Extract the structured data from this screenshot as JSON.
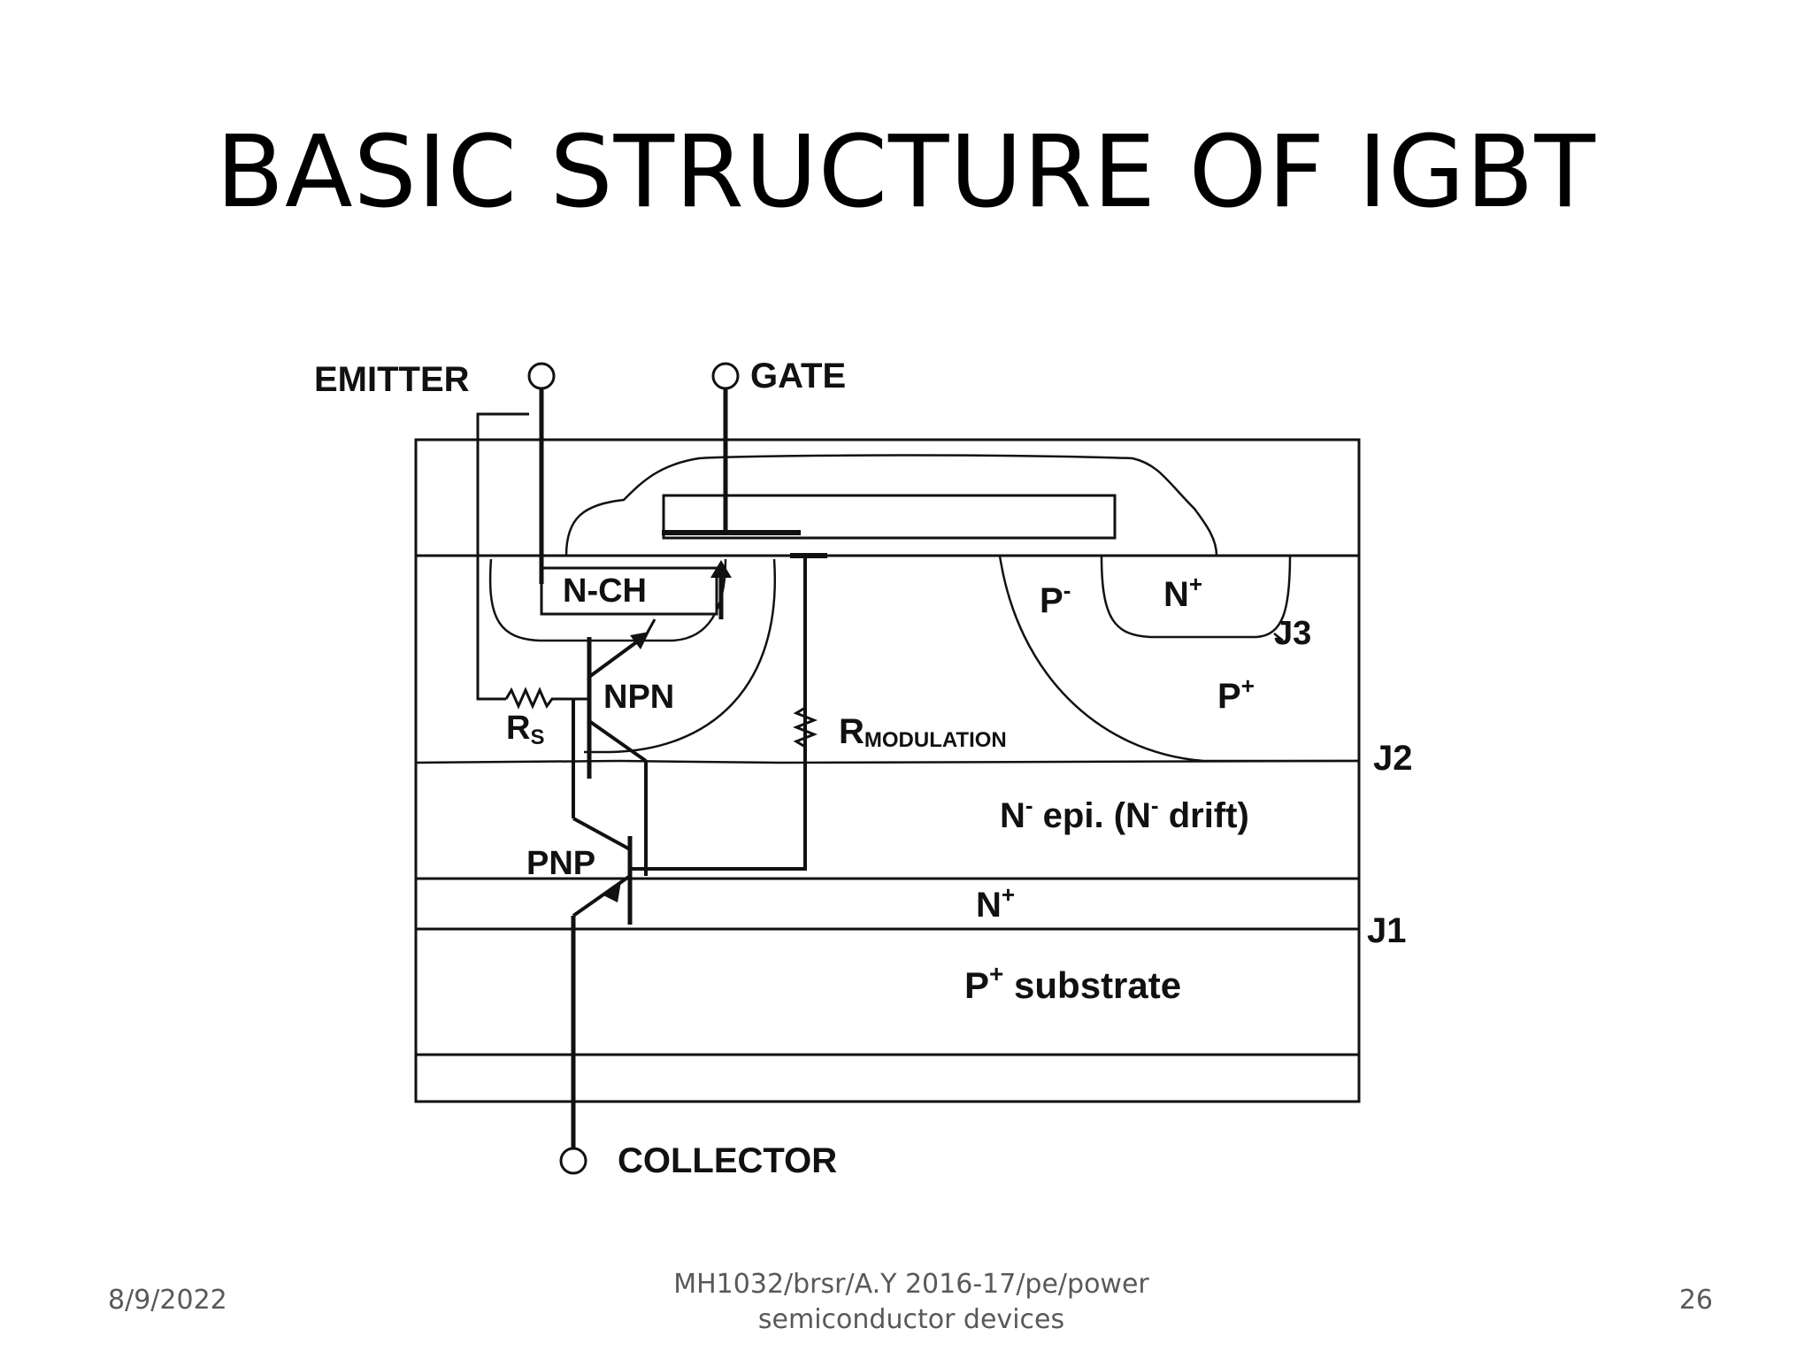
{
  "slide": {
    "title": "BASIC STRUCTURE OF IGBT",
    "footer_date": "8/9/2022",
    "footer_line1": "MH1032/brsr/A.Y 2016-17/pe/power",
    "footer_line2": "semiconductor devices",
    "page_number": "26"
  },
  "diagram": {
    "terminal_emitter": "EMITTER",
    "terminal_gate": "GATE",
    "terminal_collector": "COLLECTOR",
    "label_nch": "N-CH",
    "label_npn": "NPN",
    "label_pnp": "PNP",
    "label_rs": "R",
    "label_rs_sub": "S",
    "label_rmod": "R",
    "label_rmod_sub": "MODULATION",
    "label_p_minus": "P",
    "label_p_minus_sup": "-",
    "label_n_plus_top": "N",
    "label_n_plus_top_sup": "+",
    "label_p_plus": "P",
    "label_p_plus_sup": "+",
    "label_j3": "J3",
    "label_j2": "J2",
    "label_j1": "J1",
    "label_drift_n1": "N",
    "label_drift_sup1": "-",
    "label_drift_mid": " epi. (N",
    "label_drift_sup2": "-",
    "label_drift_end": " drift)",
    "label_n_plus_buffer": "N",
    "label_n_plus_buffer_sup": "+",
    "label_substrate_p": "P",
    "label_substrate_sup": "+",
    "label_substrate_rest": " substrate"
  }
}
